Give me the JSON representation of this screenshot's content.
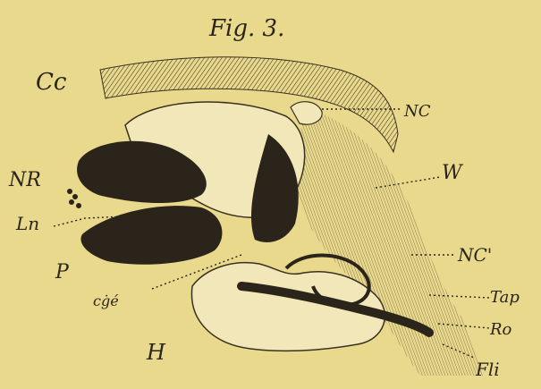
{
  "figure": {
    "title": "Fig. 3.",
    "labels": {
      "cc": "Cc",
      "nc": "NC",
      "nr": "NR",
      "w": "W",
      "ln": "Ln",
      "p": "P",
      "nc_prime": "NC'",
      "cge": "cġé",
      "tap": "Tap",
      "h": "H",
      "ro": "Ro",
      "fli": "Fli"
    }
  }
}
